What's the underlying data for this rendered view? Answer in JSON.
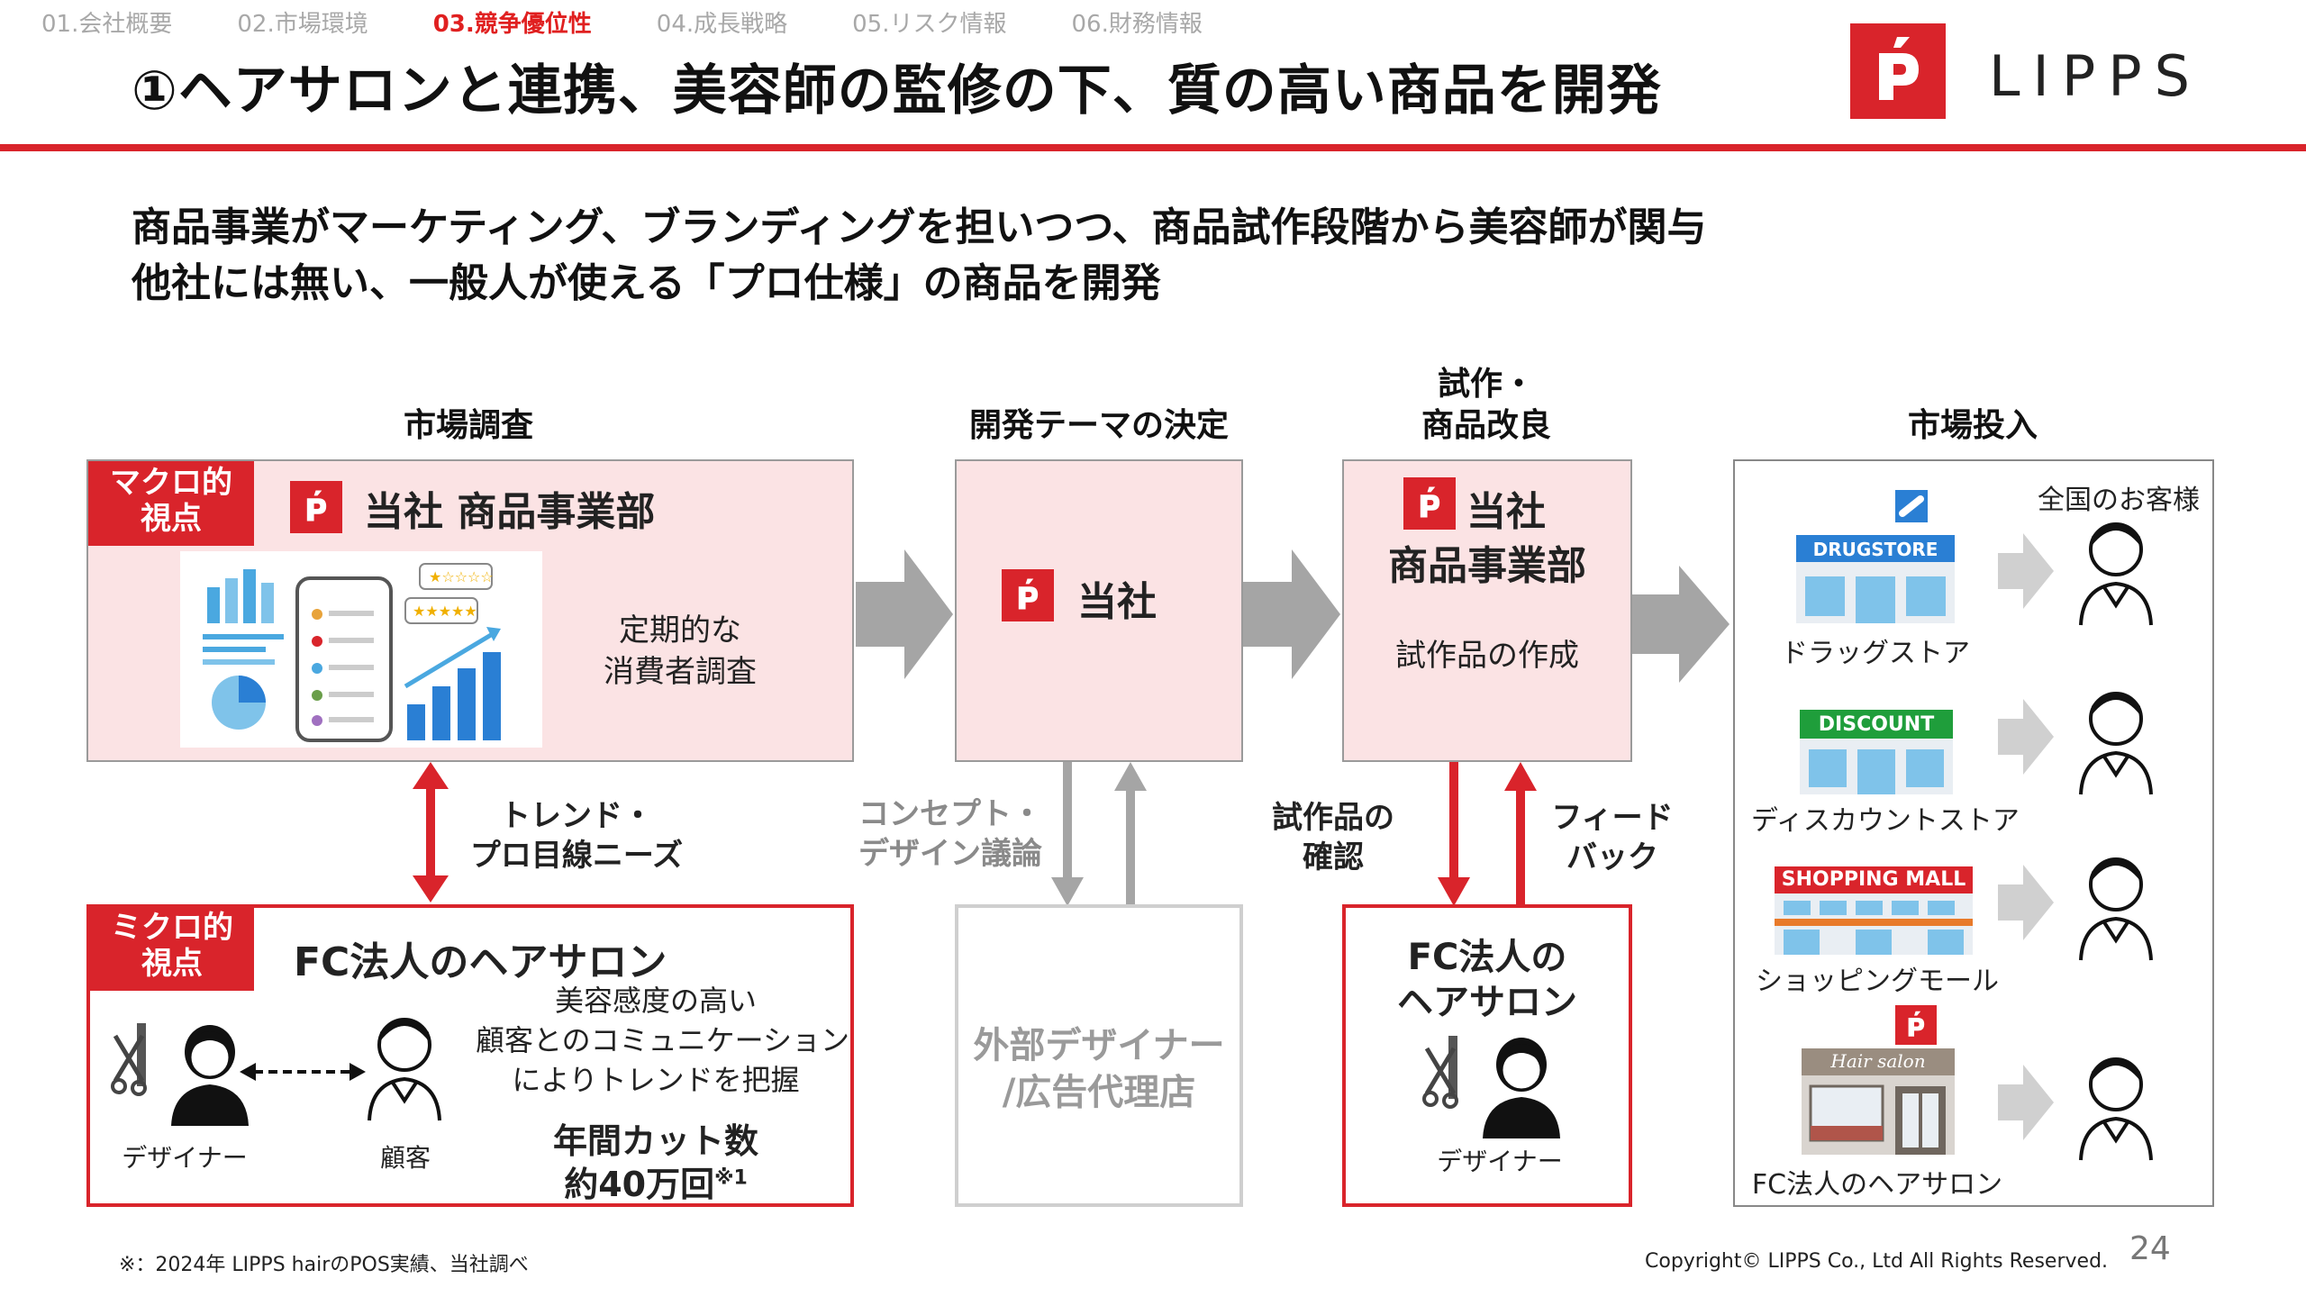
{
  "nav": {
    "items": [
      "01.会社概要",
      "02.市場環境",
      "03.競争優位性",
      "04.成長戦略",
      "05.リスク情報",
      "06.財務情報"
    ],
    "active_index": 2
  },
  "title": "①ヘアサロンと連携、美容師の監修の下、質の高い商品を開発",
  "logo": {
    "text": "LIPPS"
  },
  "lead": {
    "line1": "商品事業がマーケティング、ブランディングを担いつつ、商品試作段階から美容師が関与",
    "line2": "他社には無い、一般人が使える「プロ仕様」の商品を開発"
  },
  "columns": {
    "market_research": "市場調査",
    "theme_decision": "開発テーマの決定",
    "prototype_line1": "試作・",
    "prototype_line2": "商品改良",
    "market_launch": "市場投入"
  },
  "macro": {
    "tag_line1": "マクロ的",
    "tag_line2": "視点",
    "heading": "当社 商品事業部",
    "desc_line1": "定期的な",
    "desc_line2": "消費者調査"
  },
  "theme_box": {
    "heading": "当社"
  },
  "prototype_box": {
    "heading_line1": "当社",
    "heading_line2": "商品事業部",
    "desc": "試作品の作成"
  },
  "arrow_labels": {
    "trend_line1": "トレンド・",
    "trend_line2": "プロ目線ニーズ",
    "concept_line1": "コンセプト・",
    "concept_line2": "デザイン議論",
    "check_line1": "試作品の",
    "check_line2": "確認",
    "feedback_line1": "フィード",
    "feedback_line2": "バック"
  },
  "micro": {
    "tag_line1": "ミクロ的",
    "tag_line2": "視点",
    "heading": "FC法人のヘアサロン",
    "desc_line1": "美容感度の高い",
    "desc_line2": "顧客とのコミュニケーション",
    "desc_line3": "によりトレンドを把握",
    "stat_line1": "年間カット数",
    "stat_line2": "約40万回",
    "stat_note": "※1",
    "designer": "デザイナー",
    "customer": "顧客"
  },
  "external_box": {
    "line1": "外部デザイナー",
    "line2": "/広告代理店"
  },
  "fc_box": {
    "heading_line1": "FC法人の",
    "heading_line2": "ヘアサロン",
    "designer": "デザイナー"
  },
  "launch": {
    "customers_label": "全国のお客様",
    "channels": [
      {
        "label": "ドラッグストア",
        "sign": "DRUGSTORE",
        "sign_color": "#2a7fd4"
      },
      {
        "label": "ディスカウントストア",
        "sign": "DISCOUNT",
        "sign_color": "#1f9e3b"
      },
      {
        "label": "ショッピングモール",
        "sign": "SHOPPING  MALL",
        "sign_color": "#d9242b"
      },
      {
        "label": "FC法人のヘアサロン",
        "sign": "Hair salon",
        "sign_color": "#9a8d80"
      }
    ]
  },
  "footer": {
    "note": "※：2024年 LIPPS hairのPOS実績、当社調べ",
    "copyright": "Copyright© LIPPS Co., Ltd All Rights Reserved.",
    "page": "24"
  },
  "colors": {
    "brand_red": "#d9242b",
    "pink_fill": "#fbe3e4",
    "arrow_gray": "#a5a5a5"
  }
}
